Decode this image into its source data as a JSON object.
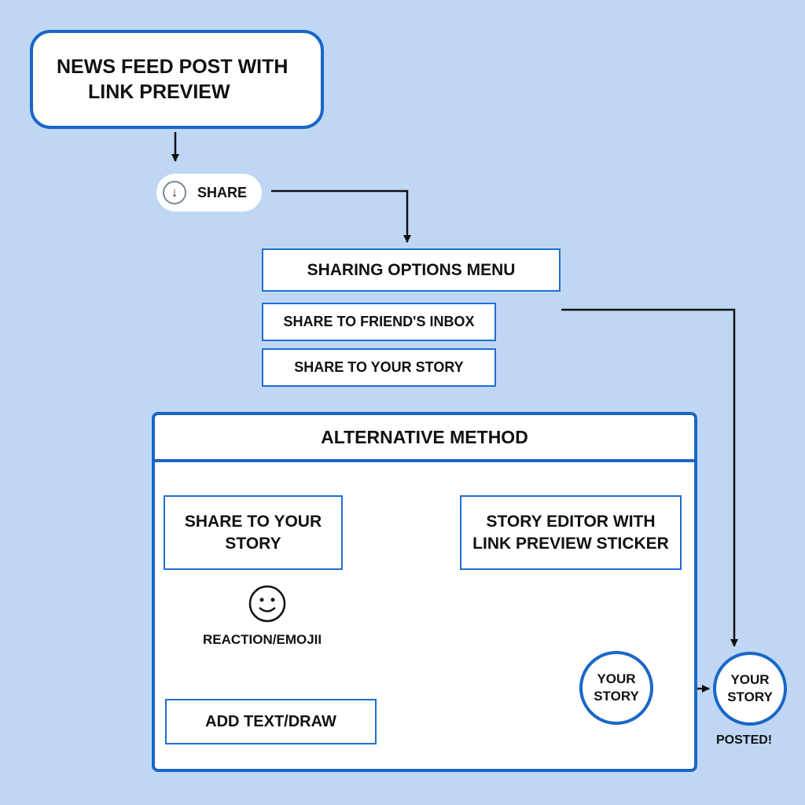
{
  "diagram": {
    "start": {
      "lines": [
        "NEWS FEED POST WITH",
        "LINK PREVIEW"
      ]
    },
    "share_button": {
      "icon": "arrow-down-circle-icon",
      "label": "SHARE"
    },
    "sharing_menu": {
      "title": "SHARING OPTIONS MENU",
      "options": [
        "SHARE TO FRIEND'S INBOX",
        "SHARE TO YOUR STORY"
      ]
    },
    "alternative": {
      "title": "ALTERNATIVE METHOD",
      "share_step": {
        "lines": [
          "SHARE TO YOUR",
          "STORY"
        ]
      },
      "editor_step": {
        "lines": [
          "STORY EDITOR WITH",
          "LINK PREVIEW STICKER"
        ]
      },
      "reaction": {
        "icon": "smiley-icon",
        "label": "REACTION/EMOJII"
      },
      "add_text": "ADD TEXT/DRAW",
      "story_node": {
        "lines": [
          "YOUR",
          "STORY"
        ]
      }
    },
    "final": {
      "lines": [
        "YOUR",
        "STORY"
      ],
      "caption": "POSTED!"
    },
    "colors": {
      "background": "#bfd7f4",
      "accent": "#1a66c8",
      "arrow": "#111111"
    }
  }
}
